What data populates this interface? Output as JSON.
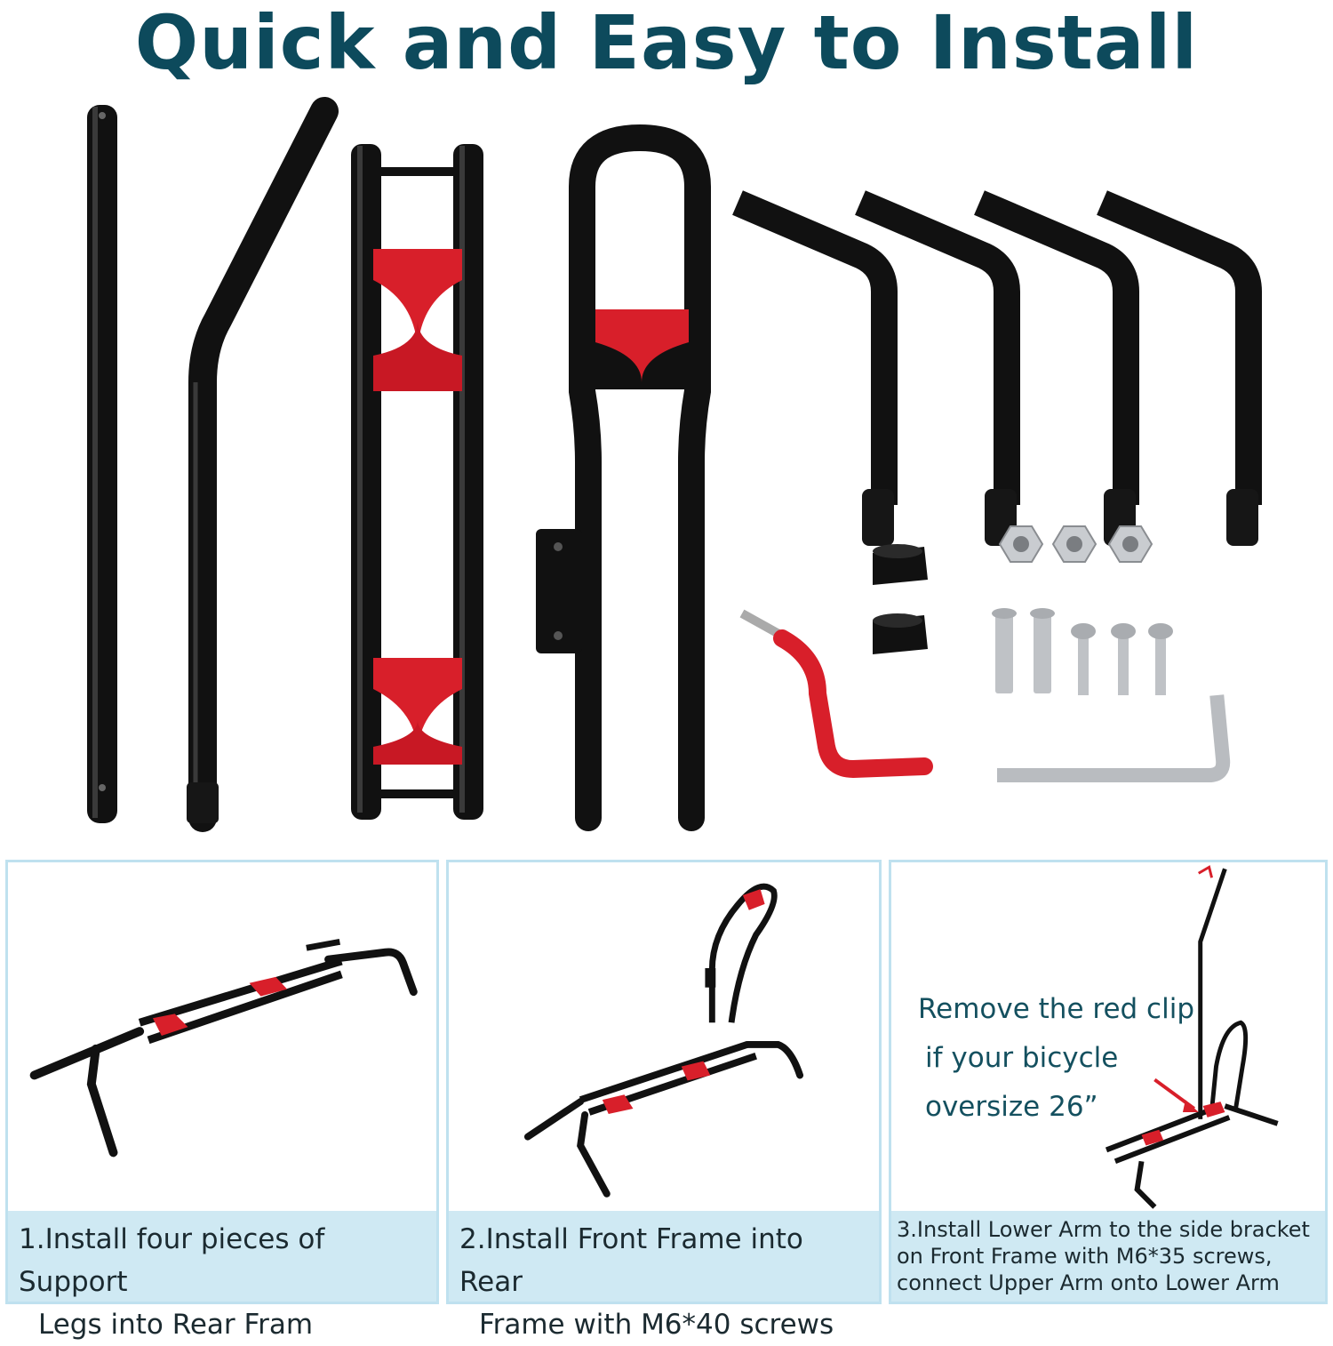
{
  "title": "Quick and Easy to Install",
  "colors": {
    "title": "#0d4a5c",
    "tube": "#111111",
    "accent_red": "#d81f2a",
    "caption_bg": "#cfe9f3",
    "panel_border": "#bfe1ef"
  },
  "parts": {
    "items": [
      {
        "icon": "straight-upper-arm-icon"
      },
      {
        "icon": "bent-upper-arm-icon"
      },
      {
        "icon": "rear-frame-icon"
      },
      {
        "icon": "front-frame-icon"
      },
      {
        "icon": "support-leg-icon"
      },
      {
        "icon": "support-leg-icon"
      },
      {
        "icon": "support-leg-icon"
      },
      {
        "icon": "support-leg-icon"
      },
      {
        "icon": "rubber-pad-icon"
      },
      {
        "icon": "red-clip-hook-icon"
      },
      {
        "icon": "hex-nut-icon"
      },
      {
        "icon": "screw-icon"
      },
      {
        "icon": "allen-key-icon"
      }
    ]
  },
  "steps": [
    {
      "line1": "1.Install four pieces of Support",
      "line2": "Legs into Rear Fram"
    },
    {
      "line1": "2.Install Front Frame into Rear",
      "line2": "Frame with M6*40 screws"
    },
    {
      "line1": "3.Install Lower Arm to the side bracket",
      "line2": "on Front Frame with M6*35 screws,",
      "line3": "connect Upper Arm onto Lower Arm",
      "note": {
        "line1": "Remove the red clip",
        "line2": "if your bicycle",
        "line3": "oversize 26”"
      }
    }
  ]
}
